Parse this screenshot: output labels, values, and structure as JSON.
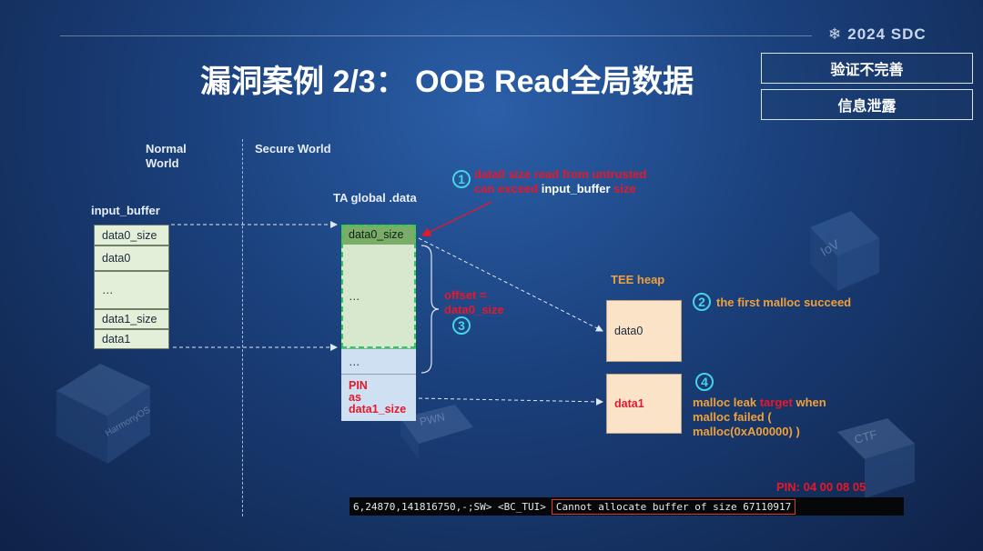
{
  "brand": "2024 SDC",
  "title": "漏洞案例 2/3： OOB Read全局数据",
  "tags": [
    "验证不完善",
    "信息泄露"
  ],
  "worlds": {
    "normal": "Normal World",
    "secure": "Secure World"
  },
  "input_buffer": {
    "label": "input_buffer",
    "cells": [
      "data0_size",
      "data0",
      "…",
      "data1_size",
      "data1"
    ]
  },
  "ta_global": {
    "label": "TA global .data",
    "cells": [
      "data0_size",
      "…",
      "…"
    ],
    "pin_lines": [
      "PIN",
      "as",
      "data1_size"
    ]
  },
  "tee_heap": {
    "label": "TEE heap",
    "cells": [
      "data0",
      "data1"
    ]
  },
  "steps": {
    "s1": {
      "num": "1",
      "line1": "data0 size read from untrusted",
      "line2_a": "can exceed ",
      "line2_b": "input_buffer",
      "line2_c": " size"
    },
    "s2": {
      "num": "2",
      "text": "the first malloc succeed"
    },
    "s3": {
      "num": "3",
      "line1": "offset =",
      "line2": "data0_size"
    },
    "s4": {
      "num": "4",
      "a": "malloc leak ",
      "b": "target",
      "c": " when",
      "line2": "malloc failed (",
      "line3": "malloc(0xA00000) )"
    }
  },
  "pin_value": "PIN: 04 00 08 05",
  "terminal": {
    "prefix": "6,24870,141816750,-;SW> <BC_TUI>",
    "error": "Cannot allocate buffer of size 67110917"
  },
  "decor": [
    "IoV",
    "HarmonyOS",
    "PWN",
    "CTF"
  ]
}
